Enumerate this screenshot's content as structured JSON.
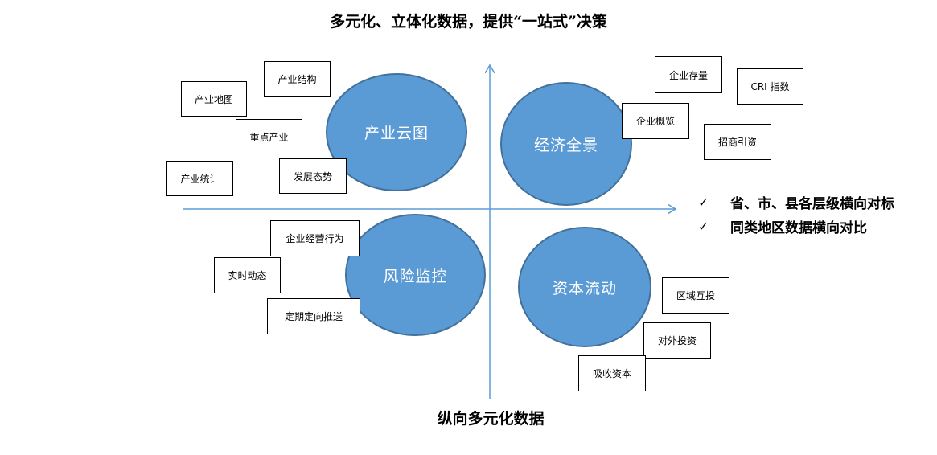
{
  "title": "多元化、立体化数据，提供“一站式”决策",
  "bottom_label": "纵向多元化数据",
  "hubs": {
    "industry_cloud": "产业云图",
    "economy_panorama": "经济全景",
    "risk_monitoring": "风险监控",
    "capital_flow": "资本流动"
  },
  "industry_items": {
    "industry_map": "产业地图",
    "industry_structure": "产业结构",
    "key_industry": "重点产业",
    "industry_statistics": "产业统计",
    "development_trend": "发展态势"
  },
  "economy_items": {
    "enterprise_stock": "企业存量",
    "cri_index": "CRI 指数",
    "enterprise_overview": "企业概览",
    "investment_attraction": "招商引资"
  },
  "risk_items": {
    "business_behavior": "企业经营行为",
    "realtime_dynamics": "实时动态",
    "targeted_push": "定期定向推送"
  },
  "capital_items": {
    "regional_investment": "区域互投",
    "outbound_investment": "对外投资",
    "capital_absorption": "吸收资本"
  },
  "checklist": [
    {
      "mark": "✓",
      "text": "省、市、县各层级横向对标"
    },
    {
      "mark": "✓",
      "text": "同类地区数据横向对比"
    }
  ],
  "colors": {
    "hub_fill": "#5b9bd5",
    "hub_border": "#41719c",
    "axis": "#5b9bd5"
  }
}
